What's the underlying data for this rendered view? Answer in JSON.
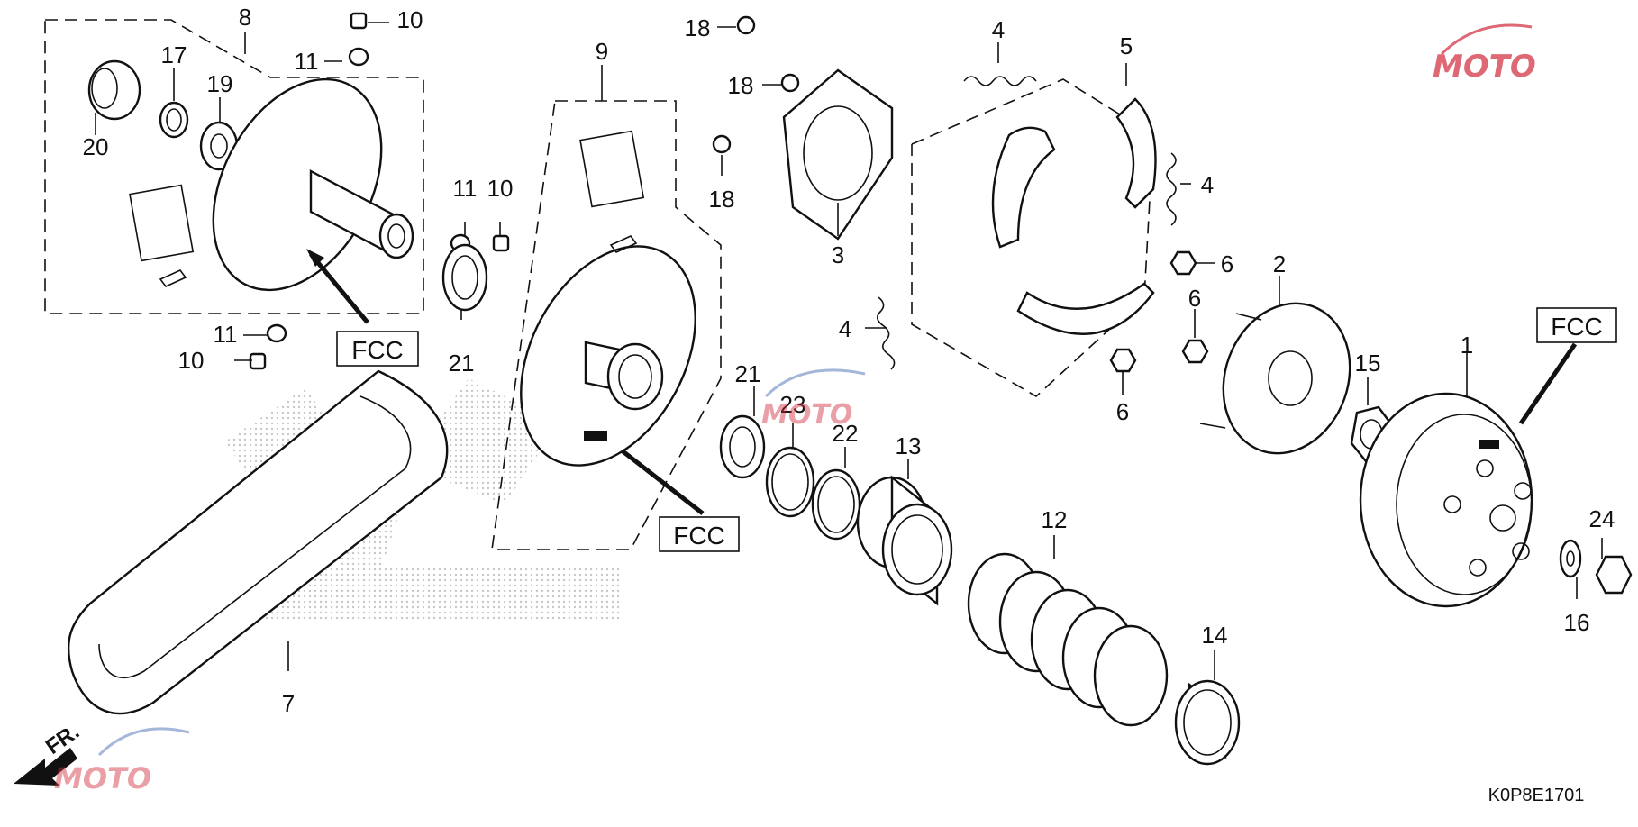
{
  "diagram": {
    "diagram_code": "K0P8E1701",
    "direction_label": "FR.",
    "fcc_label": "FCC",
    "part_callouts": [
      "1",
      "2",
      "3",
      "4",
      "5",
      "6",
      "7",
      "8",
      "9",
      "10",
      "11",
      "12",
      "13",
      "14",
      "15",
      "16",
      "17",
      "18",
      "19",
      "20",
      "21",
      "22",
      "23",
      "24"
    ]
  },
  "colors": {
    "line": "#111111",
    "watermark_red": "#d12b3b",
    "watermark_blue": "#3a5fb0"
  }
}
